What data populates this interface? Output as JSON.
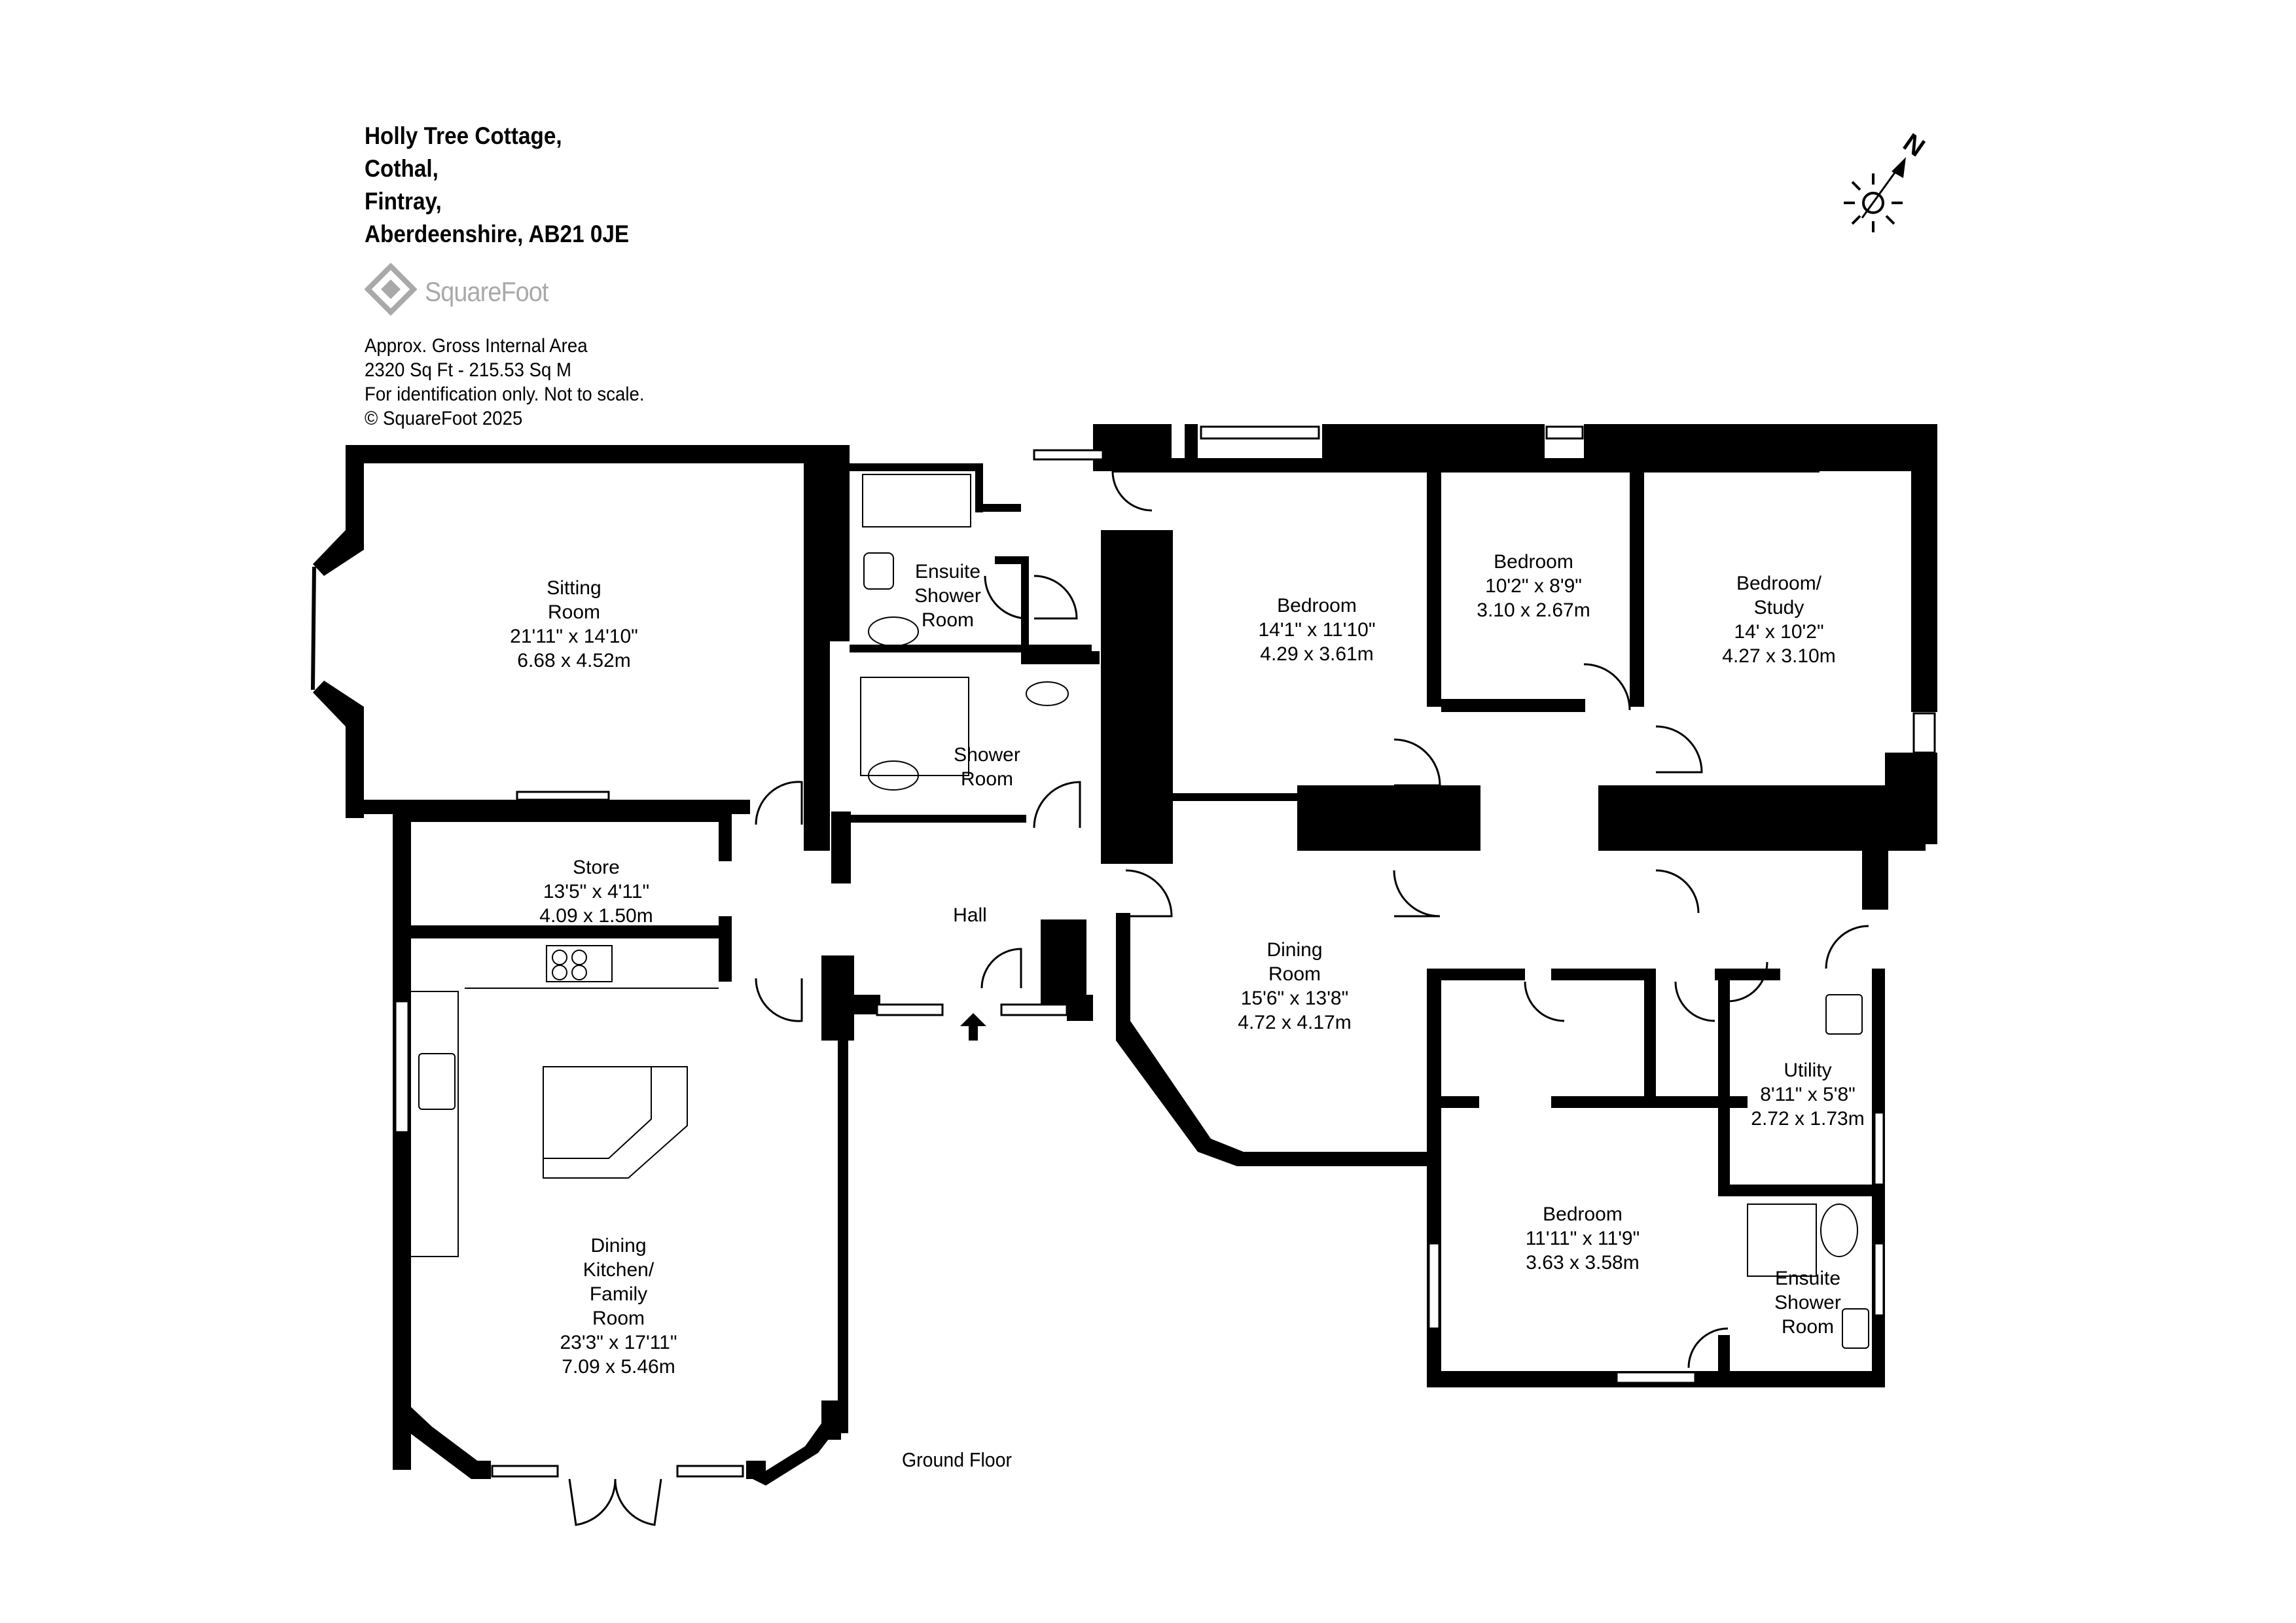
{
  "header": {
    "address_lines": [
      "Holly Tree Cottage,",
      "Cothal,",
      "Fintray,",
      "Aberdeenshire, AB21 0JE"
    ],
    "brand": "SquareFoot",
    "info_lines": [
      "Approx. Gross Internal Area",
      "2320 Sq Ft  -  215.53 Sq M",
      "For identification only. Not to scale.",
      "© SquareFoot 2025"
    ]
  },
  "compass": {
    "label": "N",
    "icon": "compass-north-sun-icon"
  },
  "floor_label": "Ground Floor",
  "rooms": [
    {
      "id": "sitting-room",
      "lines": [
        "Sitting",
        "Room",
        "21'11\" x 14'10\"",
        "6.68 x 4.52m"
      ]
    },
    {
      "id": "ensuite-shower-room-1",
      "lines": [
        "Ensuite",
        "Shower",
        "Room"
      ]
    },
    {
      "id": "shower-room",
      "lines": [
        "Shower",
        "Room"
      ]
    },
    {
      "id": "bedroom-1",
      "lines": [
        "Bedroom",
        "14'1\" x 11'10\"",
        "4.29 x 3.61m"
      ]
    },
    {
      "id": "bedroom-2",
      "lines": [
        "Bedroom",
        "10'2\" x 8'9\"",
        "3.10 x 2.67m"
      ]
    },
    {
      "id": "bedroom-study",
      "lines": [
        "Bedroom/",
        "Study",
        "14' x 10'2\"",
        "4.27 x 3.10m"
      ]
    },
    {
      "id": "store",
      "lines": [
        "Store",
        "13'5\" x 4'11\"",
        "4.09 x 1.50m"
      ]
    },
    {
      "id": "hall",
      "lines": [
        "Hall"
      ]
    },
    {
      "id": "dining-room",
      "lines": [
        "Dining",
        "Room",
        "15'6\" x 13'8\"",
        "4.72 x 4.17m"
      ]
    },
    {
      "id": "utility",
      "lines": [
        "Utility",
        "8'11\" x 5'8\"",
        "2.72 x 1.73m"
      ]
    },
    {
      "id": "dining-kitchen",
      "lines": [
        "Dining",
        "Kitchen/",
        "Family",
        "Room",
        "23'3\" x 17'11\"",
        "7.09 x 5.46m"
      ]
    },
    {
      "id": "bedroom-3",
      "lines": [
        "Bedroom",
        "11'11\" x 11'9\"",
        "3.63 x 3.58m"
      ]
    },
    {
      "id": "ensuite-shower-room-2",
      "lines": [
        "Ensuite",
        "Shower",
        "Room"
      ]
    }
  ],
  "colors": {
    "wall": "#000000",
    "brand_grey": "#a9a9a9",
    "window": "#ffffff"
  }
}
